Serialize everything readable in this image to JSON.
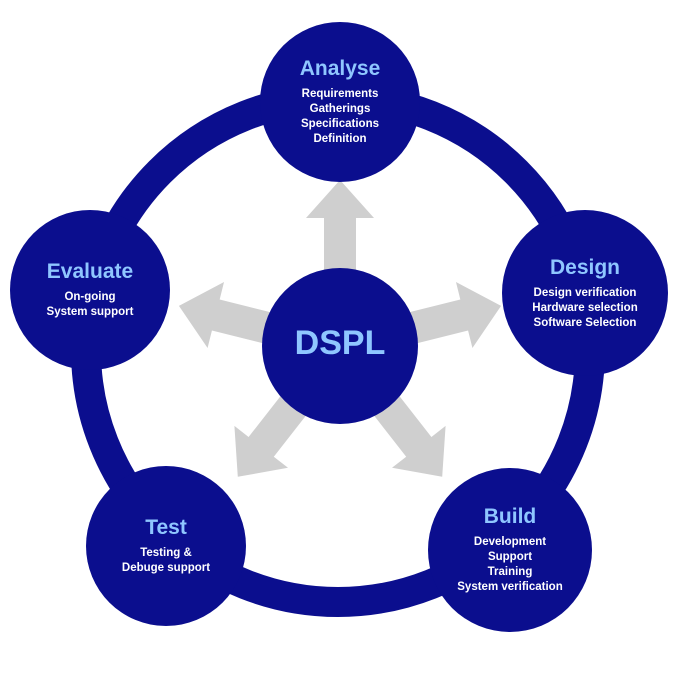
{
  "colors": {
    "navy": "#0b0e8e",
    "title": "#8fc6ff",
    "arrow": "#cfcfcf"
  },
  "center": {
    "label": "DSPL"
  },
  "nodes": [
    {
      "title": "Analyse",
      "lines": [
        "Requirements",
        "Gatherings",
        "Specifications",
        "Definition"
      ]
    },
    {
      "title": "Design",
      "lines": [
        "Design verification",
        "Hardware selection",
        "Software Selection"
      ]
    },
    {
      "title": "Build",
      "lines": [
        "Development",
        "Support",
        "Training",
        "System verification"
      ]
    },
    {
      "title": "Test",
      "lines": [
        "Testing &",
        "Debuge support"
      ]
    },
    {
      "title": "Evaluate",
      "lines": [
        "On-going",
        "System support"
      ]
    }
  ]
}
